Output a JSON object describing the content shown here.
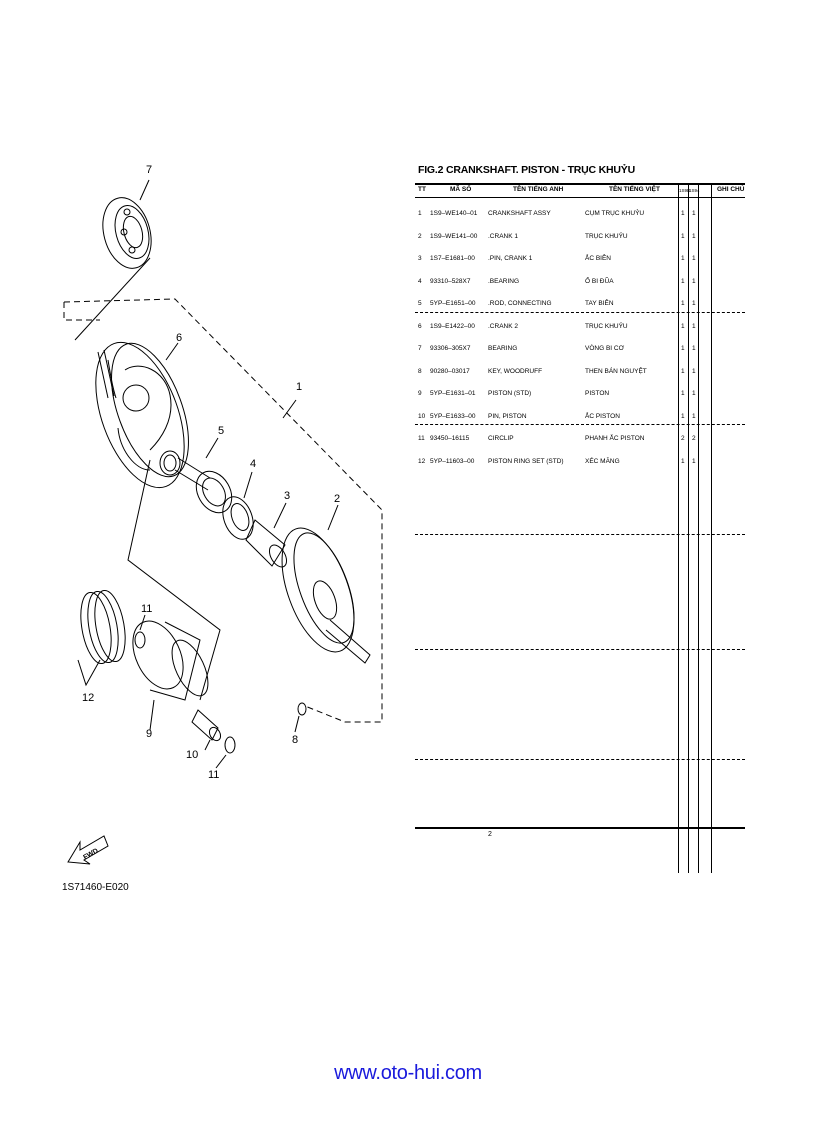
{
  "figure": {
    "title": "FIG.2 CRANKSHAFT. PISTON - TRỤC KHUỶU",
    "code": "1S71460-E020",
    "fwd_label": "FWD",
    "callouts": [
      "7",
      "6",
      "1",
      "5",
      "4",
      "3",
      "2",
      "11",
      "12",
      "9",
      "10",
      "11",
      "8"
    ]
  },
  "table": {
    "headers": {
      "tt": "TT",
      "ma_so": "MÃ SỐ",
      "ten_tieng_anh": "TÊN TIẾNG ANH",
      "ten_tieng_viet": "TÊN TIẾNG VIỆT",
      "col1": "1S9B",
      "col2": "1S94",
      "ghi_chu": "GHI CHÚ"
    },
    "rows": [
      {
        "tt": "1",
        "ma_so": "1S9–WE140–01",
        "en": "CRANKSHAFT ASSY",
        "vi": "CỤM TRỤC KHUỶU",
        "q1": "1",
        "q2": "1"
      },
      {
        "tt": "2",
        "ma_so": "1S9–WE141–00",
        "en": ".CRANK 1",
        "vi": "TRỤC KHUỶU",
        "q1": "1",
        "q2": "1"
      },
      {
        "tt": "3",
        "ma_so": "1S7–E1681–00",
        "en": ".PIN, CRANK 1",
        "vi": "ẮC BIÊN",
        "q1": "1",
        "q2": "1"
      },
      {
        "tt": "4",
        "ma_so": "93310–528X7",
        "en": ".BEARING",
        "vi": "Ổ BI ĐŨA",
        "q1": "1",
        "q2": "1"
      },
      {
        "tt": "5",
        "ma_so": "5YP–E1651–00",
        "en": ".ROD, CONNECTING",
        "vi": "TAY BIÊN",
        "q1": "1",
        "q2": "1"
      },
      {
        "tt": "6",
        "ma_so": "1S9–E1422–00",
        "en": ".CRANK 2",
        "vi": "TRỤC KHUỶU",
        "q1": "1",
        "q2": "1"
      },
      {
        "tt": "7",
        "ma_so": "93306–305X7",
        "en": "BEARING",
        "vi": "VÒNG BI CƠ",
        "q1": "1",
        "q2": "1"
      },
      {
        "tt": "8",
        "ma_so": "90280–03017",
        "en": "KEY, WOODRUFF",
        "vi": "THEN BÁN NGUYỆT",
        "q1": "1",
        "q2": "1"
      },
      {
        "tt": "9",
        "ma_so": "5YP–E1631–01",
        "en": "PISTON (STD)",
        "vi": "PISTON",
        "q1": "1",
        "q2": "1"
      },
      {
        "tt": "10",
        "ma_so": "5YP–E1633–00",
        "en": "PIN, PISTON",
        "vi": "ẮC PISTON",
        "q1": "1",
        "q2": "1"
      },
      {
        "tt": "11",
        "ma_so": "93450–16115",
        "en": "CIRCLIP",
        "vi": "PHANH ẮC PISTON",
        "q1": "2",
        "q2": "2"
      },
      {
        "tt": "12",
        "ma_so": "5YP–11603–00",
        "en": "PISTON RING SET (STD)",
        "vi": "XÉC MĂNG",
        "q1": "1",
        "q2": "1"
      }
    ],
    "page_number": "2"
  },
  "footer": {
    "url": "www.oto-hui.com",
    "color": "#1a1adc"
  }
}
